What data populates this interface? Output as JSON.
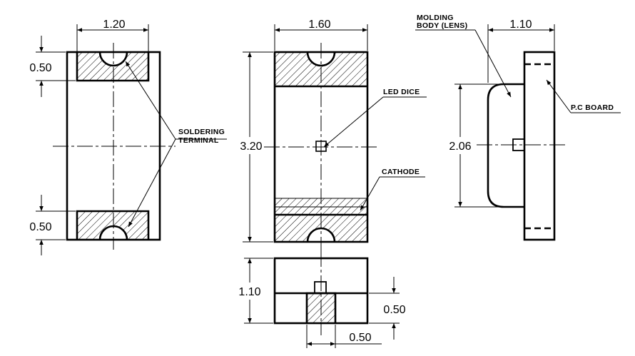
{
  "dimensions": {
    "top_width": "1.20",
    "pad_top": "0.50",
    "pad_bottom": "0.50",
    "front_width": "1.60",
    "length": "3.20",
    "side_width": "1.10",
    "lens_height": "2.06",
    "bottom_height": "1.10",
    "bottom_pad_height": "0.50",
    "bottom_pad_width": "0.50"
  },
  "labels": {
    "soldering_line1": "SOLDERING",
    "soldering_line2": "TERMINAL",
    "led_dice": "LED DICE",
    "cathode": "CATHODE",
    "molding_line1": "MOLDING",
    "molding_line2": "BODY (LENS)",
    "pc_board": "P.C BOARD"
  }
}
